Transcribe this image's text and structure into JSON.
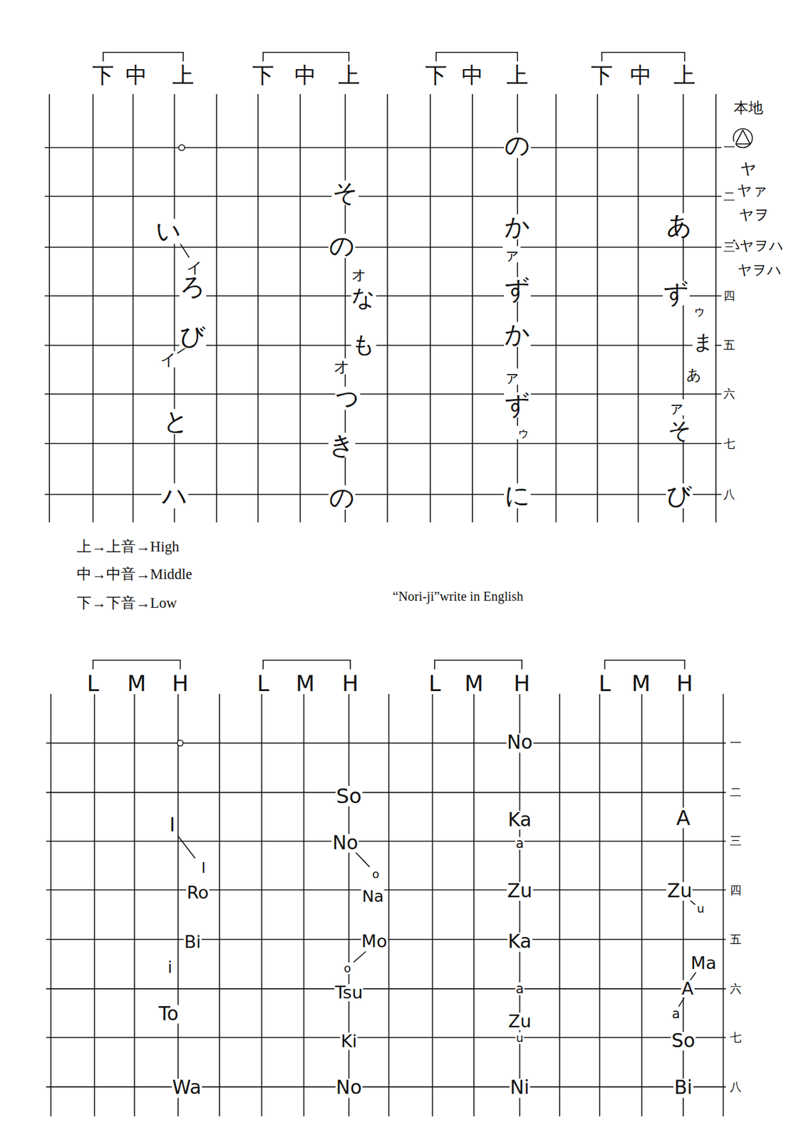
{
  "diagram": {
    "labels": [
      "下",
      "中",
      "上",
      "下",
      "中",
      "上",
      "下",
      "中",
      "上",
      "下",
      "中",
      "上",
      "一",
      "二",
      "三",
      "四",
      "五",
      "六",
      "七",
      "八",
      "本地",
      "ヤ",
      "ヤァ",
      "ヤヲ",
      "ヤヲハ",
      "ヤヲハ",
      "い",
      "イ",
      "ろ",
      "び",
      "イ",
      "と",
      "ハ",
      "そ",
      "の",
      "オ",
      "な",
      "も",
      "オ",
      "つ",
      "き",
      "の",
      "の",
      "か",
      "ァ",
      "ず",
      "か",
      "ァ",
      "ず",
      "ゥ",
      "に",
      "あ",
      "ず",
      "ゥ",
      "ま",
      "あ",
      "ァ",
      "そ",
      "び",
      "上→上音→High",
      "中→中音→Middle",
      "下→下音→Low",
      "“Nori-ji”write in English",
      "L",
      "M",
      "H",
      "L",
      "M",
      "H",
      "L",
      "M",
      "H",
      "L",
      "M",
      "H",
      "一",
      "二",
      "三",
      "四",
      "五",
      "六",
      "七",
      "八",
      "I",
      "I",
      "Ro",
      "Bi",
      "i",
      "To",
      "Wa",
      "So",
      "No",
      "o",
      "Na",
      "Mo",
      "o",
      "Tsu",
      "Ki",
      "No",
      "No",
      "Ka",
      "a",
      "Zu",
      "Ka",
      "a",
      "Zu",
      "u",
      "Ni",
      "A",
      "Zu",
      "u",
      "Ma",
      "A",
      "a",
      "So",
      "Bi"
    ]
  }
}
